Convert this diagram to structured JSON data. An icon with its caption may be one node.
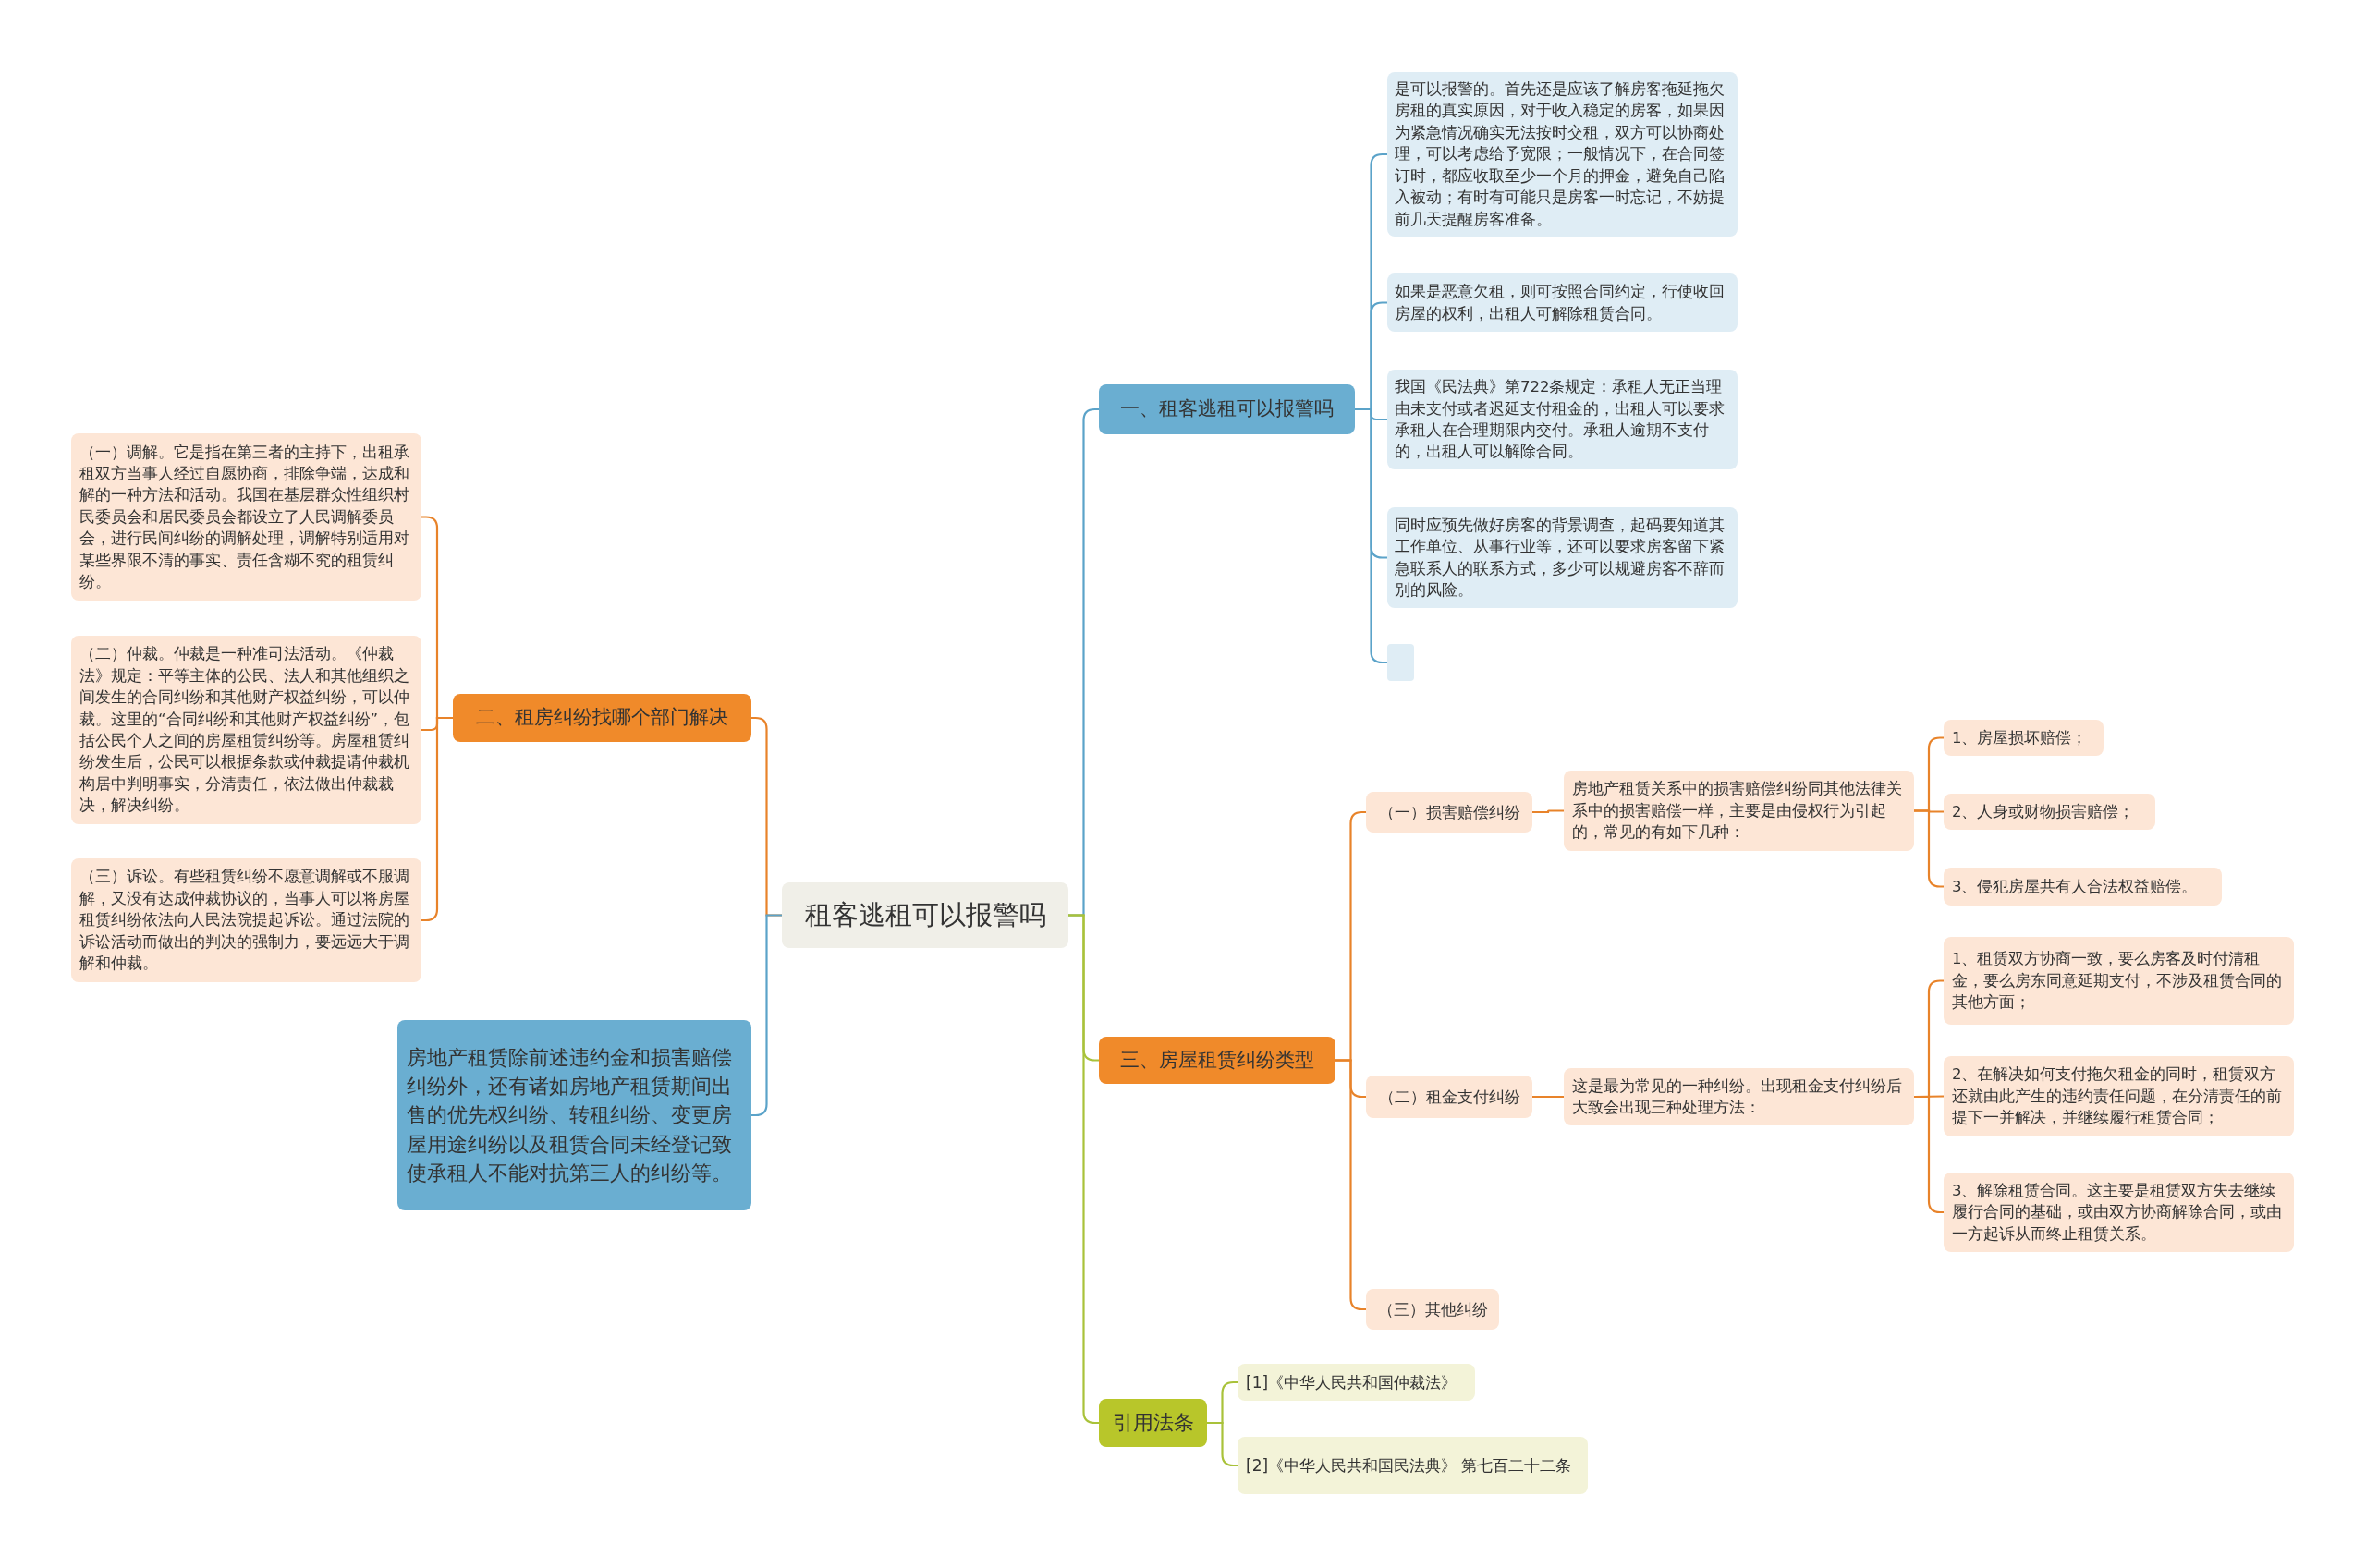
{
  "diagram": {
    "nodes": [
      {
        "text": [
          "租客逃租可以报警吗"
        ]
      },
      {
        "text": [
          "一、租客逃租可以报警吗"
        ]
      },
      {
        "text": [
          "是可以报警的。首先还是应该了解房客拖延拖欠房租的真实原因，对于收入稳定的房客，如果因为紧急情况确实无法按时交租，双方可以协商处理，可以考虑给予宽限；一般情况下，在合同签订时，都应收取至少一个月的押金，避免自己陷入被动；有时有可能只是房客一时忘记，不妨提前几天提醒房客准备。"
        ]
      },
      {
        "text": [
          "如果是恶意欠租，则可按照合同约定，行使收回房屋的权利，出租人可解除租赁合同。"
        ]
      },
      {
        "text": [
          "我国《民法典》第722条规定：承租人无正当理由未支付或者迟延支付租金的，出租人可以要求承租人在合理期限内交付。承租人逾期不支付的，出租人可以解除合同。"
        ]
      },
      {
        "text": [
          "同时应预先做好房客的背景调查，起码要知道其工作单位、从事行业等，还可以要求房客留下紧急联系人的联系方式，多少可以规避房客不辞而别的风险。"
        ]
      },
      {
        "text": [],
        "shape": "box"
      },
      {
        "text": [
          "二、租房纠纷找哪个部门解决"
        ]
      },
      {
        "text": [
          "（一）调解。它是指在第三者的主持下，出租承租双方当事人经过自愿协商，排除争端，达成和解的一种方法和活动。我国在基层群众性组织村民委员会和居民委员会都设立了人民调解委员会，进行民间纠纷的调解处理，调解特别适用对某些界限不清的事实、责任含糊不究的租赁纠纷。"
        ]
      },
      {
        "text": [
          "（二）仲裁。仲裁是一种准司法活动。《仲裁法》规定：平等主体的公民、法人和其他组织之间发生的合同纠纷和其他财产权益纠纷，可以仲裁。这里的“合同纠纷和其他财产权益纠纷”，包括公民个人之间的房屋租赁纠纷等。房屋租赁纠纷发生后，公民可以根据条款或仲裁提请仲裁机构居中判明事实，分清责任，依法做出仲裁裁决，解决纠纷。"
        ]
      },
      {
        "text": [
          "（三）诉讼。有些租赁纠纷不愿意调解或不服调解，又没有达成仲裁协议的，当事人可以将房屋租赁纠纷依法向人民法院提起诉讼。通过法院的诉讼活动而做出的判决的强制力，要远远大于调解和仲裁。"
        ]
      },
      {
        "text": [
          "房地产租赁除前述违约金和损害赔偿纠纷外，还有诸如房地产租赁期间出售的优先权纠纷、转租纠纷、变更房屋用途纠纷以及租赁合同未经登记致使承租人不能对抗第三人的纠纷等。"
        ]
      },
      {
        "text": [
          "三、房屋租赁纠纷类型"
        ]
      },
      {
        "text": [
          "（一）损害赔偿纠纷"
        ]
      },
      {
        "text": [
          "房地产租赁关系中的损害赔偿纠纷同其他法律关系中的损害赔偿一样，主要是由侵权行为引起的，常见的有如下几种："
        ]
      },
      {
        "text": [
          "1、房屋损坏赔偿；"
        ]
      },
      {
        "text": [
          "2、人身或财物损害赔偿；"
        ]
      },
      {
        "text": [
          "3、侵犯房屋共有人合法权益赔偿。"
        ]
      },
      {
        "text": [
          "（二）租金支付纠纷"
        ]
      },
      {
        "text": [
          "这是最为常见的一种纠纷。出现租金支付纠纷后大致会出现三种处理方法："
        ]
      },
      {
        "text": [
          "1、租赁双方协商一致，要么房客及时付清租金，要么房东同意延期支付，不涉及租赁合同的其他方面；"
        ]
      },
      {
        "text": [
          "2、在解决如何支付拖欠租金的同时，租赁双方还就由此产生的违约责任问题，在分清责任的前提下一并解决，并继续履行租赁合同；"
        ]
      },
      {
        "text": [
          "3、解除租赁合同。这主要是租赁双方失去继续履行合同的基础，或由双方协商解除合同，或由一方起诉从而终止租赁关系。"
        ]
      },
      {
        "text": [
          "（三）其他纠纷"
        ]
      },
      {
        "text": [
          "引用法条"
        ]
      },
      {
        "text": [
          "[1]《中华人民共和国仲裁法》"
        ]
      },
      {
        "text": [
          "[2]《中华人民共和国民法典》 第七百二十二条"
        ]
      }
    ],
    "edges": [
      {
        "from": 0,
        "to": 1,
        "arrow": "none",
        "color": "#5ba3c9"
      },
      {
        "from": 1,
        "to": 2,
        "arrow": "none",
        "color": "#5ba3c9"
      },
      {
        "from": 1,
        "to": 3,
        "arrow": "none",
        "color": "#5ba3c9"
      },
      {
        "from": 1,
        "to": 4,
        "arrow": "none",
        "color": "#5ba3c9"
      },
      {
        "from": 1,
        "to": 5,
        "arrow": "none",
        "color": "#5ba3c9"
      },
      {
        "from": 1,
        "to": 6,
        "arrow": "none",
        "color": "#5ba3c9"
      },
      {
        "from": 0,
        "to": 7,
        "arrow": "none"
      },
      {
        "from": 7,
        "to": 8,
        "arrow": "none"
      },
      {
        "from": 7,
        "to": 9,
        "arrow": "none"
      },
      {
        "from": 7,
        "to": 10,
        "arrow": "none"
      },
      {
        "from": 0,
        "to": 11,
        "arrow": "none",
        "color": "#5ba3c9"
      },
      {
        "from": 0,
        "to": 12,
        "arrow": "none",
        "color": "#a9c23a"
      },
      {
        "from": 12,
        "to": 13,
        "arrow": "none"
      },
      {
        "from": 13,
        "to": 14,
        "arrow": "none"
      },
      {
        "from": 14,
        "to": 15,
        "arrow": "none"
      },
      {
        "from": 14,
        "to": 16,
        "arrow": "none"
      },
      {
        "from": 14,
        "to": 17,
        "arrow": "none"
      },
      {
        "from": 12,
        "to": 18,
        "arrow": "none"
      },
      {
        "from": 18,
        "to": 19,
        "arrow": "none"
      },
      {
        "from": 19,
        "to": 20,
        "arrow": "none"
      },
      {
        "from": 19,
        "to": 21,
        "arrow": "none"
      },
      {
        "from": 19,
        "to": 22,
        "arrow": "none"
      },
      {
        "from": 12,
        "to": 23,
        "arrow": "none"
      },
      {
        "from": 0,
        "to": 24,
        "arrow": "none",
        "color": "#a9c23a"
      },
      {
        "from": 24,
        "to": 25,
        "arrow": "none",
        "color": "#a9c23a"
      },
      {
        "from": 24,
        "to": 26,
        "arrow": "none",
        "color": "#a9c23a"
      }
    ]
  }
}
